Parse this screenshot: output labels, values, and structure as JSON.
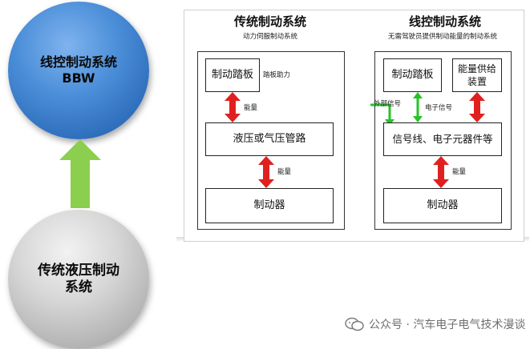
{
  "left": {
    "top_sphere": {
      "line1": "线控制动系统",
      "line2": "BBW"
    },
    "bottom_sphere": {
      "line1": "传统液压制动",
      "line2": "系统"
    }
  },
  "traditional": {
    "title": "传统制动系统",
    "subtitle": "动力伺服制动系统",
    "pedal": "制动踏板",
    "pedal_assist": "踏板助力",
    "energy_label_1": "能量",
    "pipeline": "液压或气压管路",
    "energy_label_2": "能量",
    "brake": "制动器"
  },
  "bywire": {
    "title": "线控制动系统",
    "subtitle": "无需驾驶员提供制动能量的制动系统",
    "pedal": "制动踏板",
    "supply_line1": "能量供给",
    "supply_line2": "装置",
    "external_signal": "外部信号",
    "electronic_signal": "电子信号",
    "signal": "信号线、电子元器件等",
    "energy_label": "能量",
    "brake": "制动器"
  },
  "watermark": {
    "text": "公众号 · 汽车电子电气技术漫谈"
  },
  "colors": {
    "arrow_red": "#e02020",
    "arrow_green": "#27c227",
    "big_arrow_green": "#8ccf4e",
    "sphere_blue": "#4c8fd9",
    "sphere_grey": "#c4c4c4"
  }
}
